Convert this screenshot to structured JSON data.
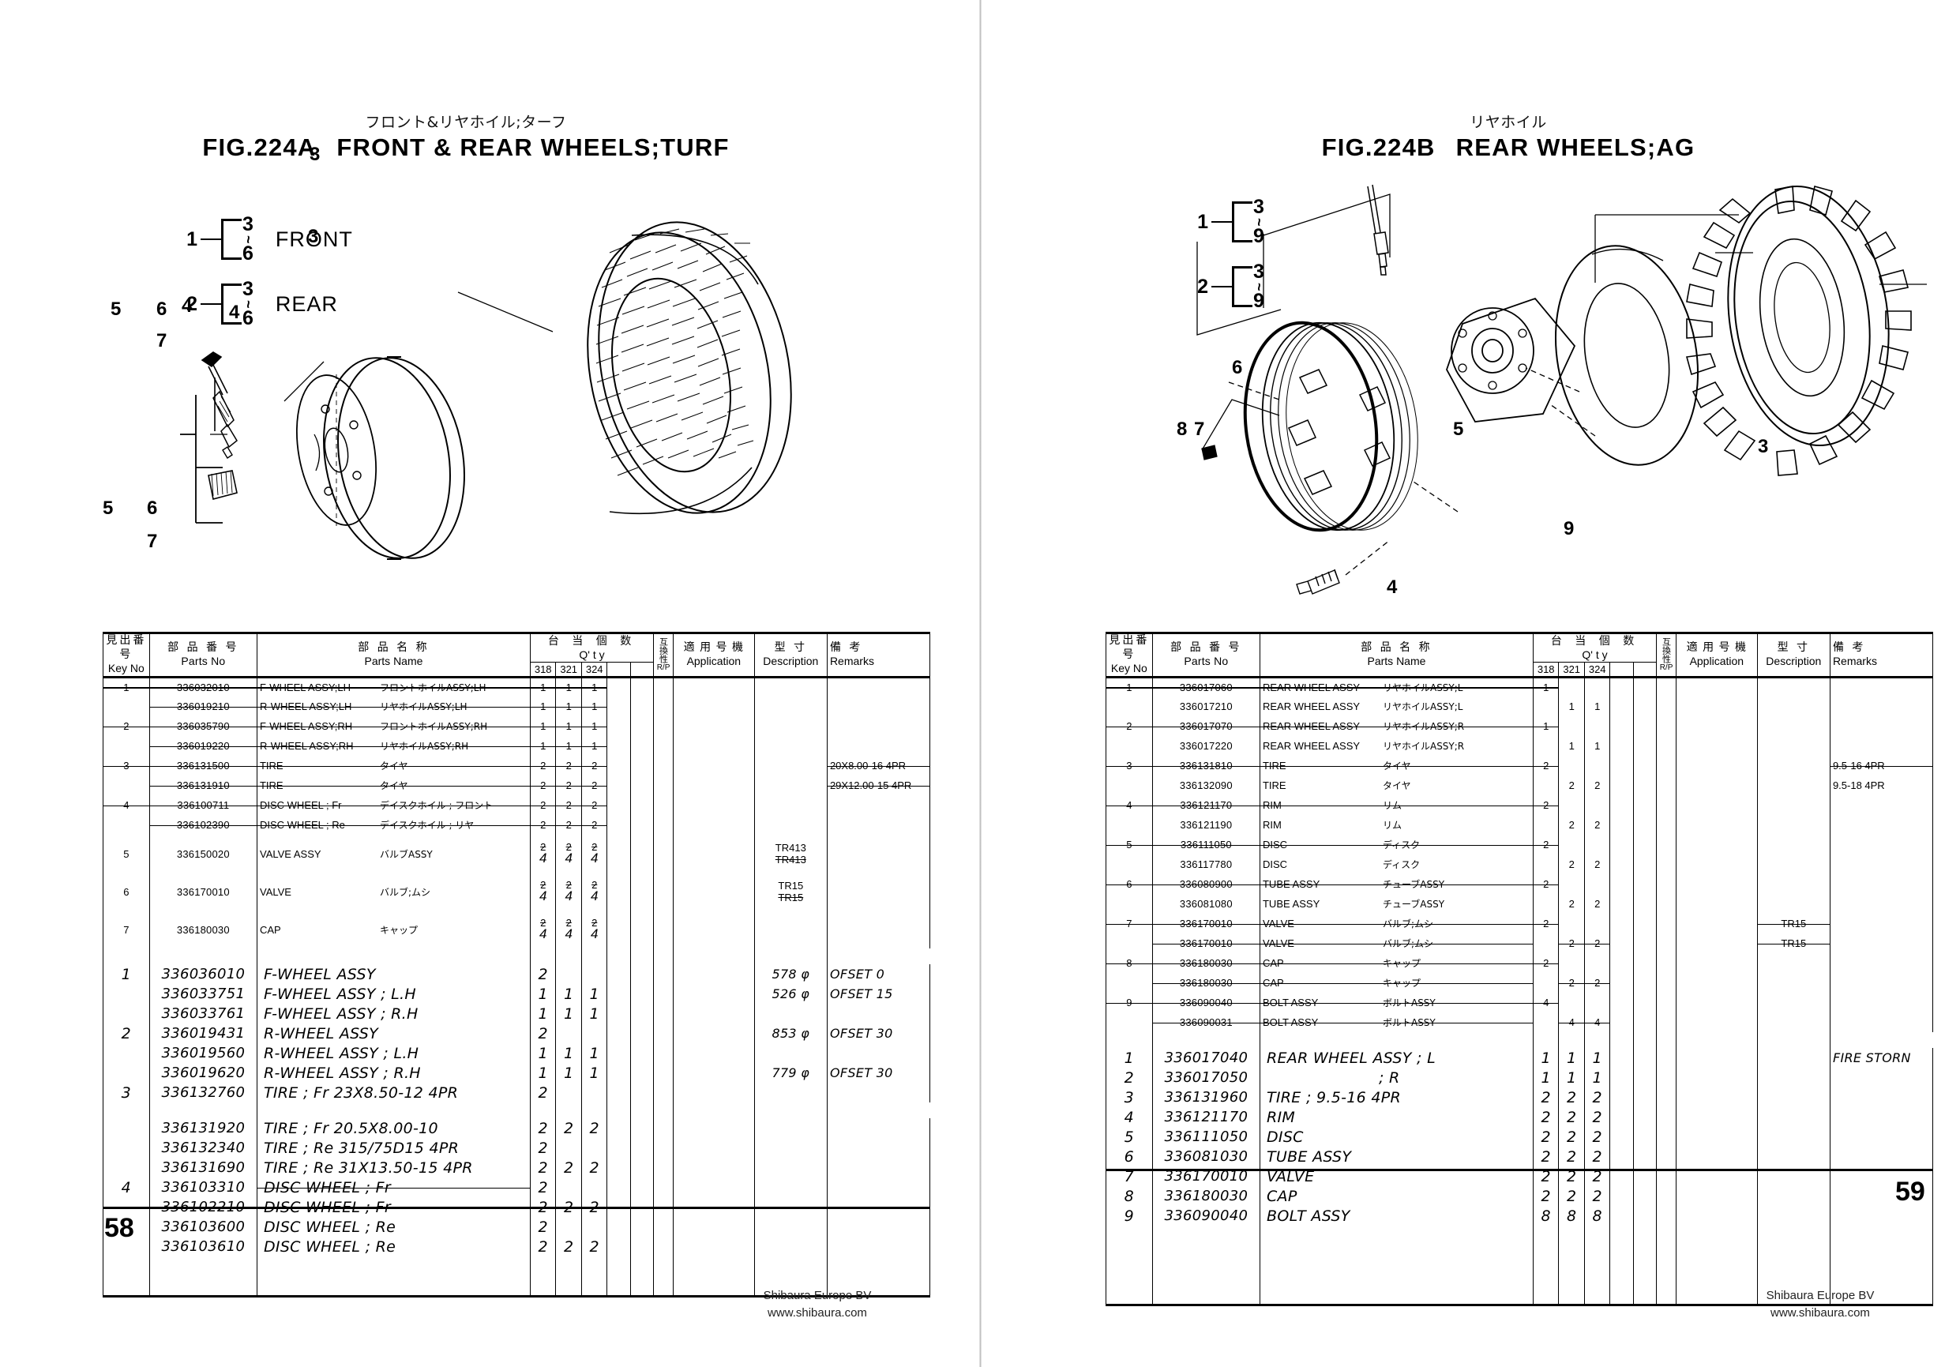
{
  "document": {
    "brand": "Shibaura Europe BV",
    "url": "www.shibaura.com"
  },
  "left_page": {
    "page_number": "58",
    "title": {
      "kana": "フロント&リヤホイル;ターフ",
      "fig": "FIG.224A",
      "name": "FRONT & REAR WHEELS;TURF"
    },
    "legend": [
      {
        "key": "1",
        "from": "3",
        "to": "6",
        "label": "FRONT"
      },
      {
        "key": "2",
        "from": "3",
        "to": "6",
        "label": "REAR"
      }
    ],
    "callouts": [
      "1",
      "2",
      "3",
      "4",
      "5",
      "6",
      "7"
    ],
    "table": {
      "headers": {
        "key_jp": "見出番号",
        "key_en": "Key No",
        "pno_jp": "部 品 番 号",
        "pno_en": "Parts No",
        "name_jp": "部 品 名 称",
        "name_en": "Parts Name",
        "qty_jp": "台 当 個 数",
        "qty_en": "Q' t y",
        "qty_cols": [
          "318",
          "321",
          "324",
          "",
          ""
        ],
        "rp_jp": "互換性",
        "rp_en": "R/P",
        "app_jp": "適 用 号 機",
        "app_en": "Application",
        "desc_jp": "型  寸",
        "desc_en": "Description",
        "rem_jp": "備  考",
        "rem_en": "Remarks"
      },
      "printed_rows": [
        {
          "key": "1",
          "pno": "336032010",
          "en": "F-WHEEL ASSY;LH",
          "jp": "フロントホイルASSY;LH",
          "q": [
            "1",
            "1",
            "1"
          ],
          "rem": "",
          "struck": true
        },
        {
          "key": "",
          "pno": "336019210",
          "en": "R-WHEEL ASSY;LH",
          "jp": "リヤホイルASSY;LH",
          "q": [
            "1",
            "1",
            "1"
          ],
          "rem": "",
          "struck": true
        },
        {
          "key": "2",
          "pno": "336035790",
          "en": "F-WHEEL ASSY;RH",
          "jp": "フロントホイルASSY;RH",
          "q": [
            "1",
            "1",
            "1"
          ],
          "rem": "",
          "struck": true
        },
        {
          "key": "",
          "pno": "336019220",
          "en": "R-WHEEL ASSY;RH",
          "jp": "リヤホイルASSY;RH",
          "q": [
            "1",
            "1",
            "1"
          ],
          "rem": "",
          "struck": true
        },
        {
          "key": "3",
          "pno": "336131500",
          "en": "TIRE",
          "jp": "タイヤ",
          "q": [
            "2",
            "2",
            "2"
          ],
          "rem": "20X8.00-16 4PR",
          "struck": true,
          "rem_struck": true
        },
        {
          "key": "",
          "pno": "336131910",
          "en": "TIRE",
          "jp": "タイヤ",
          "q": [
            "2",
            "2",
            "2"
          ],
          "rem": "29X12.00-15 4PR",
          "struck": true,
          "rem_struck": true
        },
        {
          "key": "4",
          "pno": "336100711",
          "en": "DISC WHEEL ; Fr",
          "jp": "デイスクホイル ; フロント",
          "q": [
            "2",
            "2",
            "2"
          ],
          "rem": "",
          "struck": true
        },
        {
          "key": "",
          "pno": "336102390",
          "en": "DISC WHEEL ; Re",
          "jp": "デイスクホイル ; リヤ",
          "q": [
            "2",
            "2",
            "2"
          ],
          "rem": "",
          "struck": true
        }
      ],
      "printed_rows_dbl": [
        {
          "key": "5",
          "pno": "336150020",
          "en": "VALVE ASSY",
          "jp": "バルブASSY",
          "q_top": [
            "2",
            "2",
            "2"
          ],
          "q_bot": [
            "4",
            "4",
            "4"
          ],
          "desc_top": "TR413",
          "desc_bot": "TR413",
          "desc_bot_struck": true
        },
        {
          "key": "6",
          "pno": "336170010",
          "en": "VALVE",
          "jp": "バルブ;ムシ",
          "q_top": [
            "2",
            "2",
            "2"
          ],
          "q_bot": [
            "4",
            "4",
            "4"
          ],
          "desc_top": "TR15",
          "desc_bot": "TR15",
          "desc_bot_struck": true
        },
        {
          "key": "7",
          "pno": "336180030",
          "en": "CAP",
          "jp": "キャップ",
          "q_top": [
            "2",
            "2",
            "2"
          ],
          "q_bot": [
            "4",
            "4",
            "4"
          ],
          "desc_top": "",
          "desc_bot": ""
        }
      ],
      "hand_rows": [
        {
          "key": "1",
          "pno": "336036010",
          "name": "F-WHEEL ASSY",
          "q": [
            "2",
            "",
            ""
          ],
          "desc": "578 φ",
          "rem": "OFSET 0"
        },
        {
          "key": "",
          "pno": "336033751",
          "name": "F-WHEEL ASSY ; L.H",
          "q": [
            "1",
            "1",
            "1"
          ],
          "desc": "526 φ",
          "rem": "OFSET 15"
        },
        {
          "key": "",
          "pno": "336033761",
          "name": "F-WHEEL ASSY ; R.H",
          "q": [
            "1",
            "1",
            "1"
          ],
          "desc": "",
          "rem": ""
        },
        {
          "key": "2",
          "pno": "336019431",
          "name": "R-WHEEL ASSY",
          "q": [
            "2",
            "",
            ""
          ],
          "desc": "853 φ",
          "rem": "OFSET 30"
        },
        {
          "key": "",
          "pno": "336019560",
          "name": "R-WHEEL ASSY ; L.H",
          "q": [
            "1",
            "1",
            "1"
          ],
          "desc": "",
          "rem": ""
        },
        {
          "key": "",
          "pno": "336019620",
          "name": "R-WHEEL ASSY ; R.H",
          "q": [
            "1",
            "1",
            "1"
          ],
          "desc": "779 φ",
          "rem": "OFSET 30"
        },
        {
          "key": "3",
          "pno": "336132760",
          "name": "TIRE ; Fr   23X8.50-12 4PR",
          "q": [
            "2",
            "",
            ""
          ],
          "desc": "",
          "rem": ""
        }
      ],
      "hand_rows2": [
        {
          "key": "",
          "pno": "336131920",
          "name": "TIRE ; Fr   20.5X8.00-10",
          "q": [
            "2",
            "2",
            "2"
          ],
          "desc": "",
          "rem": ""
        },
        {
          "key": "",
          "pno": "336132340",
          "name": "TIRE ; Re   315/75D15  4PR",
          "q": [
            "2",
            "",
            ""
          ],
          "desc": "",
          "rem": ""
        },
        {
          "key": "",
          "pno": "336131690",
          "name": "TIRE ; Re   31X13.50-15  4PR",
          "q": [
            "2",
            "2",
            "2"
          ],
          "desc": "",
          "rem": ""
        },
        {
          "key": "4",
          "pno": "336103310",
          "name": "DISC WHEEL ; Fr",
          "q": [
            "2",
            "",
            ""
          ],
          "desc": "",
          "rem": "",
          "struck": true
        },
        {
          "key": "",
          "pno": "336102210",
          "name": "DISC WHEEL ; Fr",
          "q": [
            "2",
            "2",
            "2"
          ],
          "desc": "",
          "rem": ""
        },
        {
          "key": "",
          "pno": "336103600",
          "name": "DISC WHEEL ; Re",
          "q": [
            "2",
            "",
            ""
          ],
          "desc": "",
          "rem": ""
        },
        {
          "key": "",
          "pno": "336103610",
          "name": "DISC WHEEL ; Re",
          "q": [
            "2",
            "2",
            "2"
          ],
          "desc": "",
          "rem": ""
        }
      ]
    }
  },
  "right_page": {
    "page_number": "59",
    "title": {
      "kana": "リヤホイル",
      "fig": "FIG.224B",
      "name": "REAR WHEELS;AG"
    },
    "legend": [
      {
        "key": "1",
        "from": "3",
        "to": "9",
        "label": ""
      },
      {
        "key": "2",
        "from": "3",
        "to": "9",
        "label": ""
      }
    ],
    "callouts": [
      "3",
      "4",
      "5",
      "6",
      "7",
      "8",
      "9"
    ],
    "table": {
      "headers": {
        "key_jp": "見出番号",
        "key_en": "Key No",
        "pno_jp": "部 品 番 号",
        "pno_en": "Parts No",
        "name_jp": "部 品 名 称",
        "name_en": "Parts Name",
        "qty_jp": "台 当 個 数",
        "qty_en": "Q' t y",
        "qty_cols": [
          "318",
          "321",
          "324",
          "",
          ""
        ],
        "rp_jp": "互換性",
        "rp_en": "R/P",
        "app_jp": "適 用 号 機",
        "app_en": "Application",
        "desc_jp": "型  寸",
        "desc_en": "Description",
        "rem_jp": "備  考",
        "rem_en": "Remarks"
      },
      "printed_rows": [
        {
          "key": "1",
          "pno": "336017060",
          "en": "REAR WHEEL ASSY",
          "jp": "リヤホイルASSY;L",
          "q": [
            "1",
            "",
            ""
          ],
          "rem": "",
          "struck": true
        },
        {
          "key": "",
          "pno": "336017210",
          "en": "REAR WHEEL ASSY",
          "jp": "リヤホイルASSY;L",
          "q": [
            "",
            "1",
            "1"
          ],
          "rem": "",
          "struck": false
        },
        {
          "key": "2",
          "pno": "336017070",
          "en": "REAR WHEEL ASSY",
          "jp": "リヤホイルASSY;R",
          "q": [
            "1",
            "",
            ""
          ],
          "rem": "",
          "struck": true
        },
        {
          "key": "",
          "pno": "336017220",
          "en": "REAR WHEEL ASSY",
          "jp": "リヤホイルASSY;R",
          "q": [
            "",
            "1",
            "1"
          ],
          "rem": "",
          "struck": false
        },
        {
          "key": "3",
          "pno": "336131810",
          "en": "TIRE",
          "jp": "タイヤ",
          "q": [
            "2",
            "",
            ""
          ],
          "rem": "9.5-16 4PR",
          "struck": true,
          "rem_struck": true
        },
        {
          "key": "",
          "pno": "336132090",
          "en": "TIRE",
          "jp": "タイヤ",
          "q": [
            "",
            "2",
            "2"
          ],
          "rem": "9.5-18 4PR",
          "struck": false
        },
        {
          "key": "4",
          "pno": "336121170",
          "en": "RIM",
          "jp": "リム",
          "q": [
            "2",
            "",
            ""
          ],
          "rem": "",
          "struck": true
        },
        {
          "key": "",
          "pno": "336121190",
          "en": "RIM",
          "jp": "リム",
          "q": [
            "",
            "2",
            "2"
          ],
          "rem": "",
          "struck": false
        },
        {
          "key": "5",
          "pno": "336111050",
          "en": "DISC",
          "jp": "ディスク",
          "q": [
            "2",
            "",
            ""
          ],
          "rem": "",
          "struck": true
        },
        {
          "key": "",
          "pno": "336117780",
          "en": "DISC",
          "jp": "ディスク",
          "q": [
            "",
            "2",
            "2"
          ],
          "rem": "",
          "struck": false
        },
        {
          "key": "6",
          "pno": "336080900",
          "en": "TUBE ASSY",
          "jp": "チューブASSY",
          "q": [
            "2",
            "",
            ""
          ],
          "rem": "",
          "struck": true
        },
        {
          "key": "",
          "pno": "336081080",
          "en": "TUBE ASSY",
          "jp": "チューブASSY",
          "q": [
            "",
            "2",
            "2"
          ],
          "rem": "",
          "struck": false
        },
        {
          "key": "7",
          "pno": "336170010",
          "en": "VALVE",
          "jp": "バルブ;ムシ",
          "q": [
            "2",
            "",
            ""
          ],
          "desc": "TR15",
          "rem": "",
          "struck": true
        },
        {
          "key": "",
          "pno": "336170010",
          "en": "VALVE",
          "jp": "バルブ;ムシ",
          "q": [
            "",
            "2",
            "2"
          ],
          "desc": "TR15",
          "rem": "",
          "struck": true
        },
        {
          "key": "8",
          "pno": "336180030",
          "en": "CAP",
          "jp": "キャップ",
          "q": [
            "2",
            "",
            ""
          ],
          "rem": "",
          "struck": true
        },
        {
          "key": "",
          "pno": "336180030",
          "en": "CAP",
          "jp": "キャップ",
          "q": [
            "",
            "2",
            "2"
          ],
          "rem": "",
          "struck": true
        },
        {
          "key": "9",
          "pno": "336090040",
          "en": "BOLT ASSY",
          "jp": "ボルトASSY",
          "q": [
            "4",
            "",
            ""
          ],
          "rem": "",
          "struck": true
        },
        {
          "key": "",
          "pno": "336090031",
          "en": "BOLT ASSY",
          "jp": "ボルトASSY",
          "q": [
            "",
            "4",
            "4"
          ],
          "rem": "",
          "struck": true
        }
      ],
      "hand_rows": [
        {
          "key": "1",
          "pno": "336017040",
          "name": "REAR WHEEL ASSY ; L",
          "q": [
            "1",
            "1",
            "1"
          ],
          "rem": "FIRE STORN"
        },
        {
          "key": "2",
          "pno": "336017050",
          "name": "; R",
          "q": [
            "1",
            "1",
            "1"
          ],
          "rem": "",
          "indent": true
        },
        {
          "key": "3",
          "pno": "336131960",
          "name": "TIRE ; 9.5-16  4PR",
          "q": [
            "2",
            "2",
            "2"
          ],
          "rem": ""
        },
        {
          "key": "4",
          "pno": "336121170",
          "name": "RIM",
          "q": [
            "2",
            "2",
            "2"
          ],
          "rem": ""
        },
        {
          "key": "5",
          "pno": "336111050",
          "name": "DISC",
          "q": [
            "2",
            "2",
            "2"
          ],
          "rem": ""
        },
        {
          "key": "6",
          "pno": "336081030",
          "name": "TUBE ASSY",
          "q": [
            "2",
            "2",
            "2"
          ],
          "rem": ""
        },
        {
          "key": "7",
          "pno": "336170010",
          "name": "VALVE",
          "q": [
            "2",
            "2",
            "2"
          ],
          "rem": ""
        },
        {
          "key": "8",
          "pno": "336180030",
          "name": "CAP",
          "q": [
            "2",
            "2",
            "2"
          ],
          "rem": ""
        },
        {
          "key": "9",
          "pno": "336090040",
          "name": "BOLT ASSY",
          "q": [
            "8",
            "8",
            "8"
          ],
          "rem": ""
        }
      ]
    }
  }
}
